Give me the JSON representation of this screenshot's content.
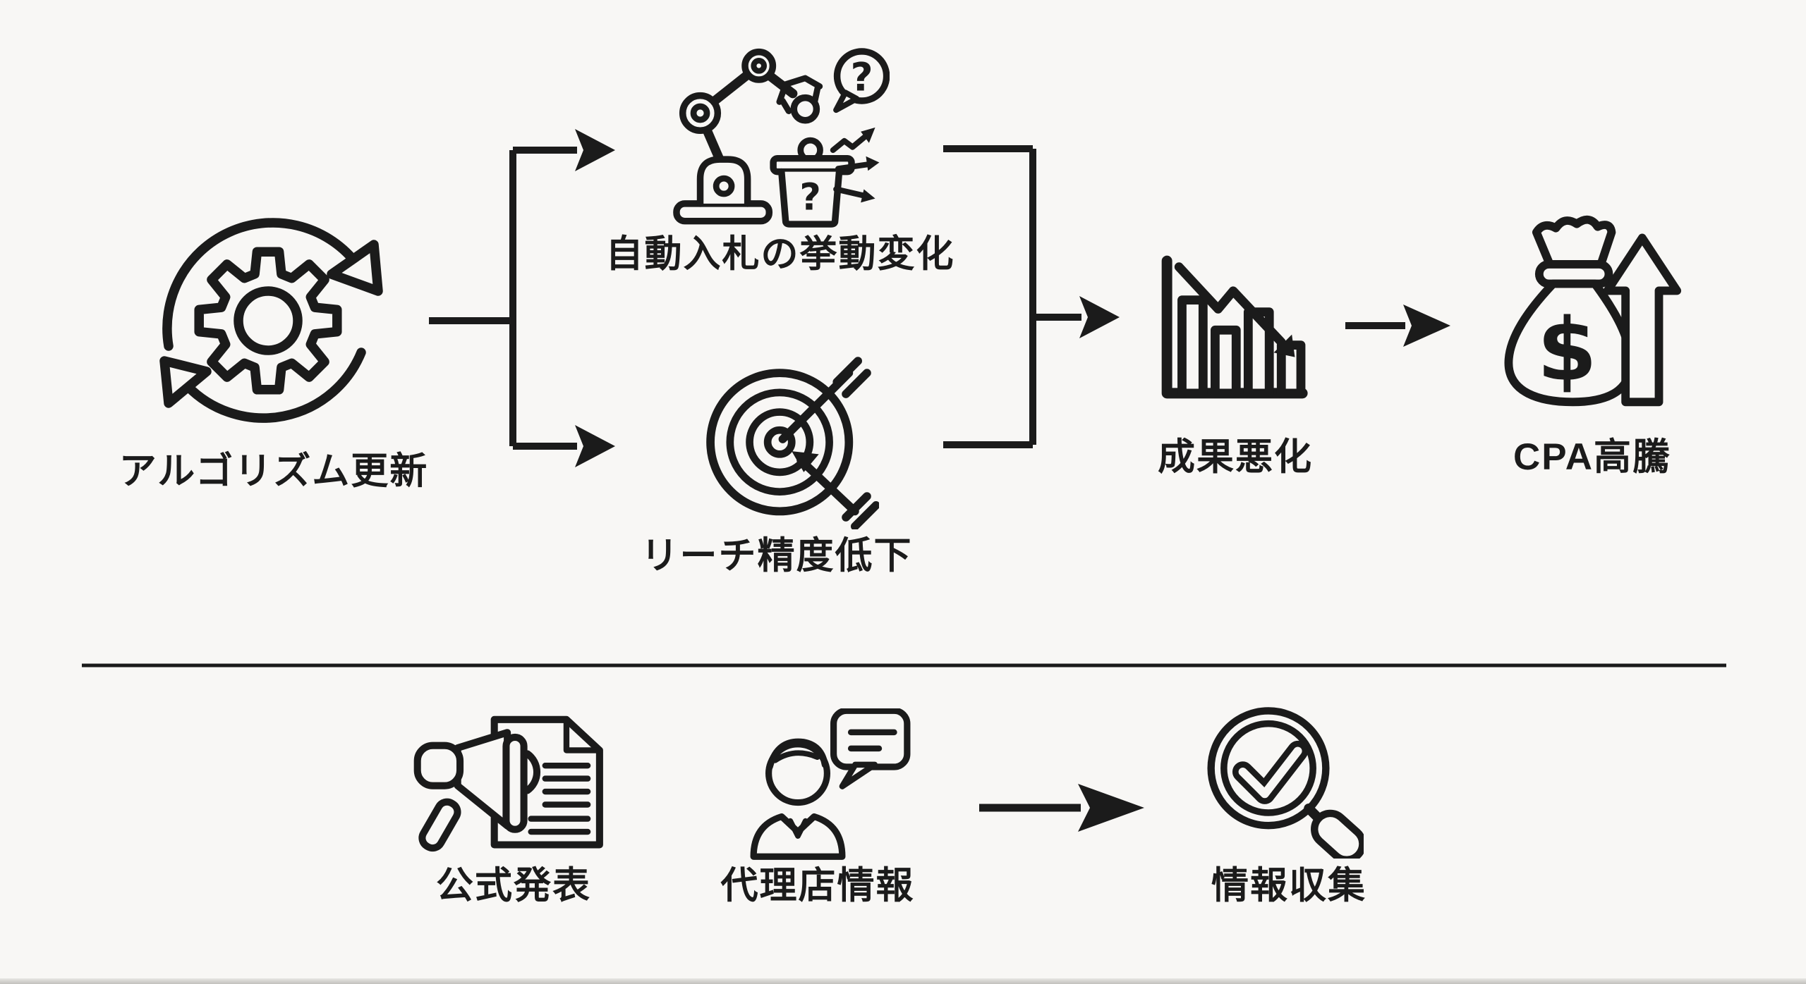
{
  "page": {
    "background": "#f8f7f5",
    "ink": "#1b1b1b",
    "divider_color": "#222222"
  },
  "flow_top": {
    "nodes": [
      {
        "id": "algorithm-update",
        "label": "アルゴリズム更新",
        "icon": "gear-refresh-icon"
      },
      {
        "id": "auto-bid-behavior",
        "label": "自動入札の挙動変化",
        "icon": "robot-arm-icon"
      },
      {
        "id": "reach-accuracy",
        "label": "リーチ精度低下",
        "icon": "target-arrows-icon"
      },
      {
        "id": "performance-drop",
        "label": "成果悪化",
        "icon": "declining-chart-icon"
      },
      {
        "id": "cpa-surge",
        "label": "CPA高騰",
        "icon": "money-bag-icon"
      }
    ],
    "edges": [
      {
        "from": "algorithm-update",
        "to": "auto-bid-behavior"
      },
      {
        "from": "algorithm-update",
        "to": "reach-accuracy"
      },
      {
        "from": "auto-bid-behavior",
        "to": "performance-drop"
      },
      {
        "from": "reach-accuracy",
        "to": "performance-drop"
      },
      {
        "from": "performance-drop",
        "to": "cpa-surge"
      }
    ]
  },
  "flow_bottom": {
    "nodes": [
      {
        "id": "official-announcement",
        "label": "公式発表",
        "icon": "megaphone-document-icon"
      },
      {
        "id": "agency-info",
        "label": "代理店情報",
        "icon": "agent-chat-icon"
      },
      {
        "id": "info-gathering",
        "label": "情報収集",
        "icon": "magnifier-check-icon"
      }
    ],
    "edges": [
      {
        "from": "agency-info",
        "to": "info-gathering"
      }
    ]
  },
  "icon_texts": {
    "bubble_question": "?",
    "bin_question": "?",
    "dollar": "$"
  }
}
